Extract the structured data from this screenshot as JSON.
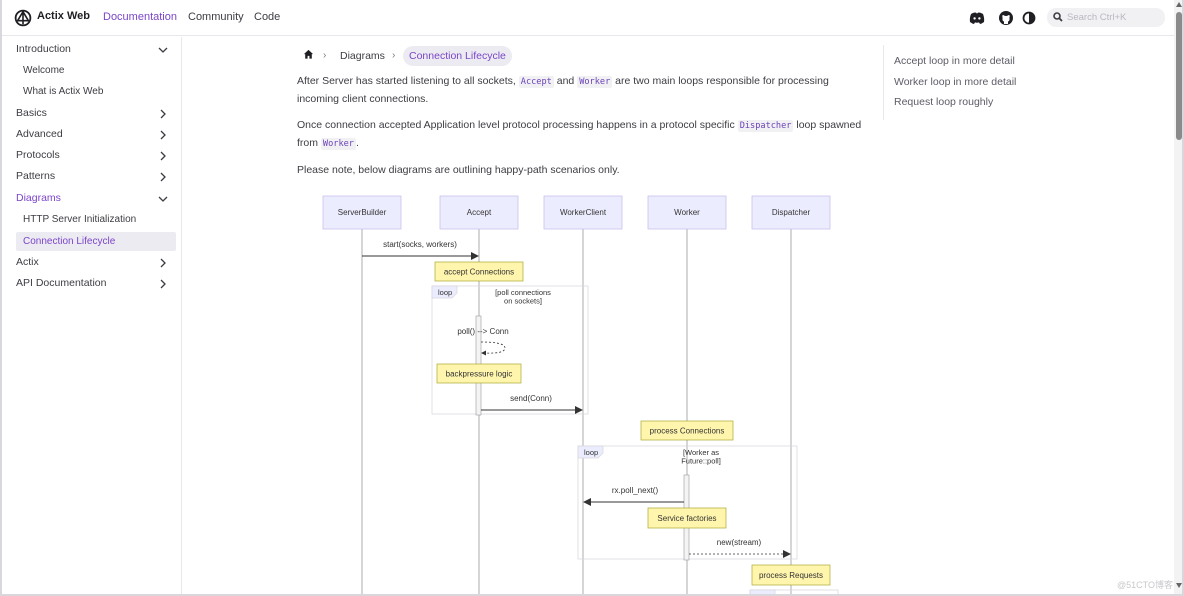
{
  "navbar": {
    "brand": "Actix Web",
    "links": [
      "Documentation",
      "Community",
      "Code"
    ],
    "search_placeholder": "Search Ctrl+K"
  },
  "sidebar": {
    "items": [
      {
        "label": "Introduction"
      },
      {
        "label": "Welcome"
      },
      {
        "label": "What is Actix Web"
      },
      {
        "label": "Basics"
      },
      {
        "label": "Advanced"
      },
      {
        "label": "Protocols"
      },
      {
        "label": "Patterns"
      },
      {
        "label": "Diagrams"
      },
      {
        "label": "HTTP Server Initialization"
      },
      {
        "label": "Connection Lifecycle"
      },
      {
        "label": "Actix"
      },
      {
        "label": "API Documentation"
      }
    ]
  },
  "breadcrumb": {
    "parent": "Diagrams",
    "current": "Connection Lifecycle"
  },
  "content": {
    "p1_a": "After Server has started listening to all sockets,",
    "p1_code1": "Accept",
    "p1_b": "and",
    "p1_code2": "Worker",
    "p1_c": "are two main loops responsible for processing incoming client connections.",
    "p2_a": "Once connection accepted Application level protocol processing happens in a protocol specific",
    "p2_code1": "Dispatcher",
    "p2_b": "loop spawned from",
    "p2_code2": "Worker",
    "p2_c": ".",
    "p3": "Please note, below diagrams are outlining happy-path scenarios only."
  },
  "toc": {
    "items": [
      "Accept loop in more detail",
      "Worker loop in more detail",
      "Request loop roughly"
    ]
  },
  "diagram": {
    "participants": [
      "ServerBuilder",
      "Accept",
      "WorkerClient",
      "Worker",
      "Dispatcher"
    ],
    "msg_start": "start(socks, workers)",
    "note_accept": "accept Connections",
    "loop_label": "loop",
    "loop1_cond_1": "[poll connections",
    "loop1_cond_2": "on sockets]",
    "msg_poll": "poll() --> Conn",
    "note_backpressure": "backpressure logic",
    "msg_send": "send(Conn)",
    "note_process_conn": "process Connections",
    "loop2_cond_1": "[Worker as",
    "loop2_cond_2": "Future::poll]",
    "msg_rx": "rx.poll_next()",
    "note_service": "Service factories",
    "msg_new": "new(stream)",
    "note_process_req": "process Requests"
  },
  "watermark": "@51CTO博客",
  "colors": {
    "accent": "#7b45c9",
    "participant_fill": "#ececff",
    "participant_stroke": "#9370db",
    "note_fill": "#fff5ad",
    "note_stroke": "#aaaa33"
  }
}
